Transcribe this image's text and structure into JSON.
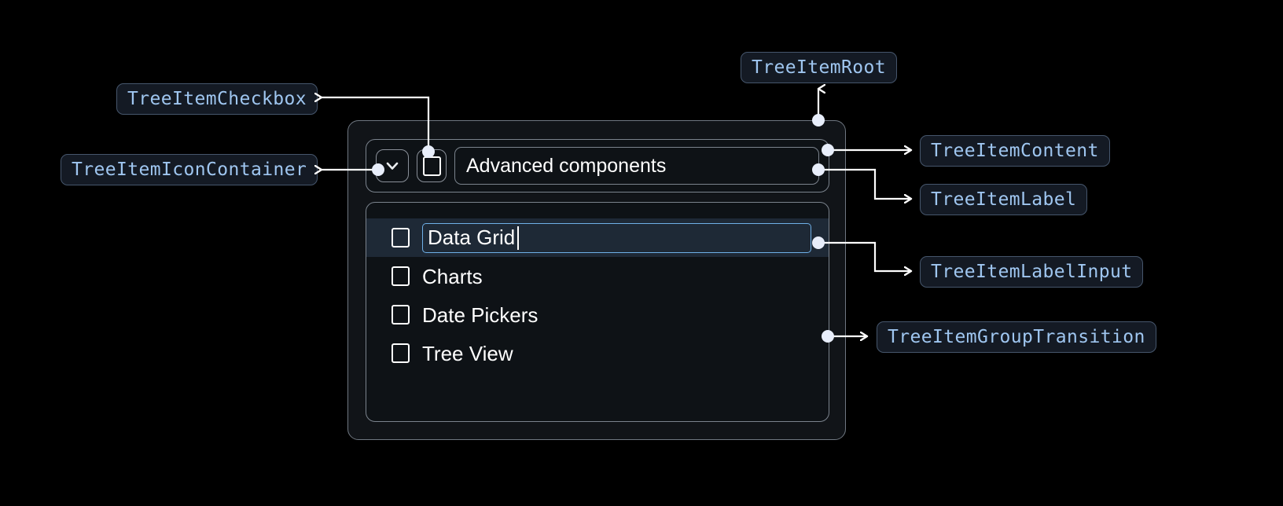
{
  "theme": {
    "background": "#000000",
    "tag_bg": "#141a24",
    "tag_border": "#46566c",
    "tag_text": "#9fc6f0",
    "box_border": "#7b838d",
    "root_bg": "#111418",
    "selected_row_bg": "#1e2936",
    "input_border": "#6fb0e8",
    "connector": "#ffffff",
    "text": "#ffffff"
  },
  "annotations": {
    "checkbox": "TreeItemCheckbox",
    "icon_container": "TreeItemIconContainer",
    "root": "TreeItemRoot",
    "content": "TreeItemContent",
    "label": "TreeItemLabel",
    "label_input": "TreeItemLabelInput",
    "group_transition": "TreeItemGroupTransition"
  },
  "tree": {
    "root_label": "Advanced components",
    "expand_icon": "chevron-down-icon",
    "root_checkbox_checked": false,
    "items": [
      {
        "label": "Data Grid",
        "checked": false,
        "editing": true
      },
      {
        "label": "Charts",
        "checked": false,
        "editing": false
      },
      {
        "label": "Date Pickers",
        "checked": false,
        "editing": false
      },
      {
        "label": "Tree View",
        "checked": false,
        "editing": false
      }
    ]
  }
}
